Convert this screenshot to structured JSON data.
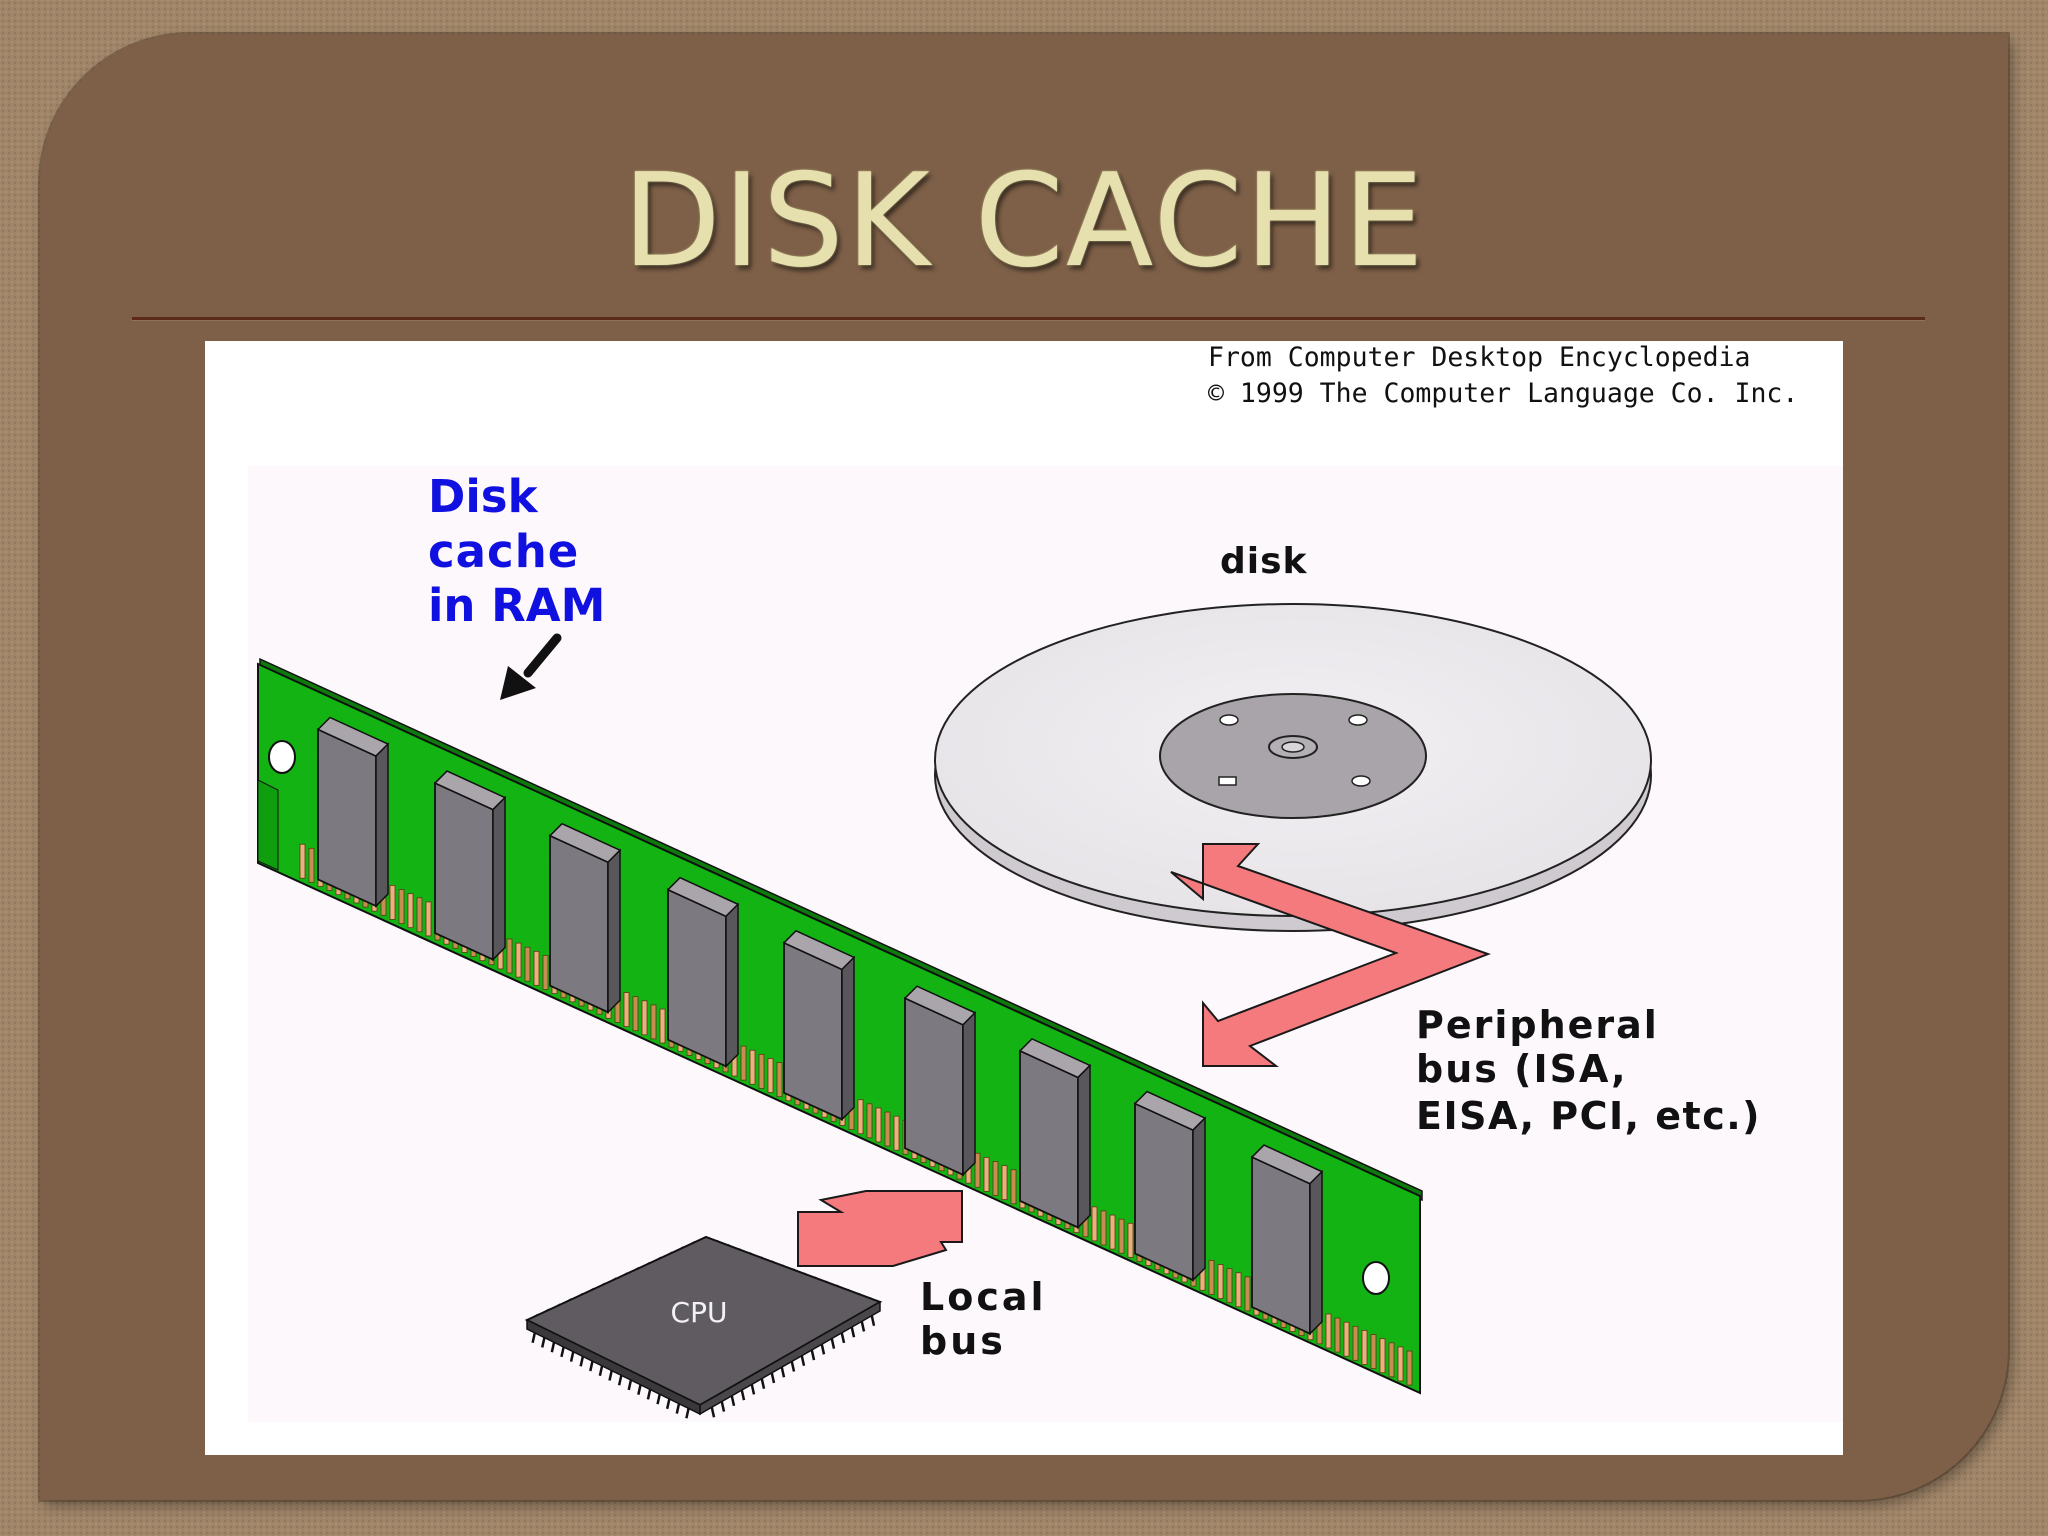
{
  "slide": {
    "title": "DISK CACHE"
  },
  "figure": {
    "credit_line_1": "From Computer Desktop Encyclopedia",
    "credit_line_2": "© 1999 The Computer Language Co. Inc.",
    "labels": {
      "disk_cache_line_1": "Disk",
      "disk_cache_line_2": "cache",
      "disk_cache_line_3": "in RAM",
      "disk": "disk",
      "peripheral_line_1": "Peripheral",
      "peripheral_line_2": "bus (ISA,",
      "peripheral_line_3": "EISA, PCI, etc.)",
      "local_line_1": "Local",
      "local_line_2": "bus",
      "cpu": "CPU"
    }
  },
  "colors": {
    "frame": "#7e6048",
    "title": "#e6dfae",
    "rule": "#5b2a18",
    "ram_board": "#12b312",
    "memory_chip": "#7d7980",
    "bus_arrow": "#f57a7e",
    "label_blue": "#1010e0",
    "cpu_chip": "#5f5b61"
  }
}
